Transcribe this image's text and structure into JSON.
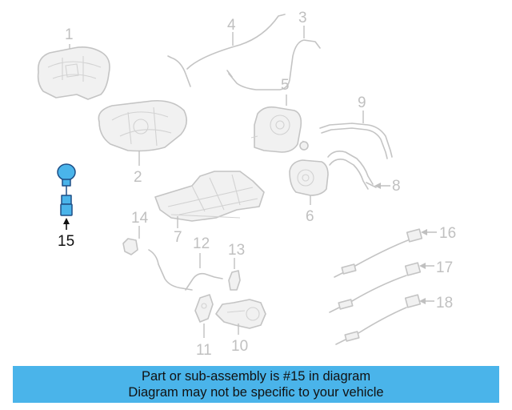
{
  "diagram": {
    "callouts": [
      "1",
      "2",
      "3",
      "4",
      "5",
      "6",
      "7",
      "8",
      "9",
      "10",
      "11",
      "12",
      "13",
      "14",
      "15",
      "16",
      "17",
      "18"
    ],
    "highlighted_callout": "15",
    "colors": {
      "highlight_part": "#4ab4ea",
      "inactive_part": "#c4c4c4",
      "banner": "#4ab4ea"
    }
  },
  "banner": {
    "line1": "Part or sub-assembly is #15 in diagram",
    "line2": "Diagram may not be specific to your vehicle"
  }
}
